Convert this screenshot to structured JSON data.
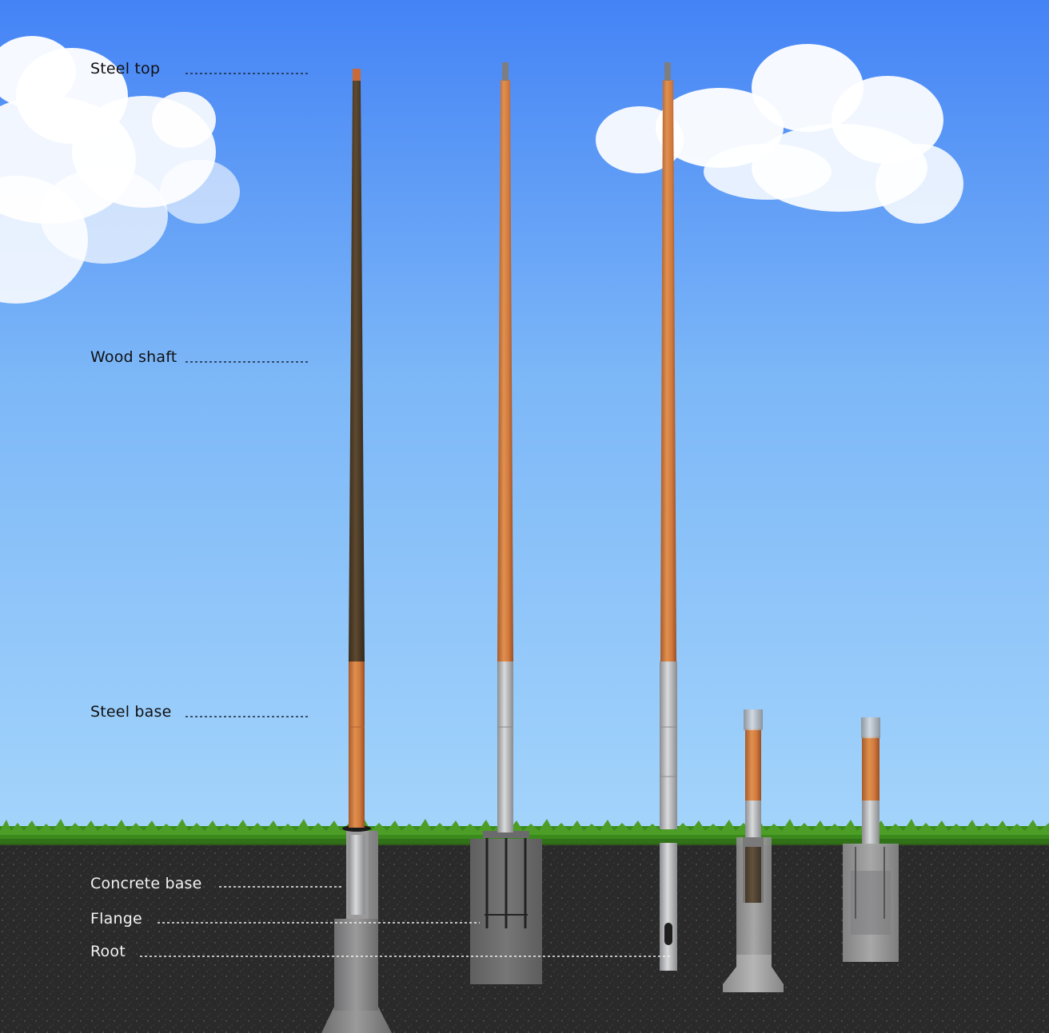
{
  "labels": {
    "steel_top": "Steel top",
    "wood_shaft": "Wood shaft",
    "steel_base": "Steel base",
    "concrete_base": "Concrete base",
    "flange": "Flange",
    "root": "Root"
  },
  "colors": {
    "sky_top": "#4a86f5",
    "sky_bottom": "#9fd2fb",
    "grass": "#3f8a1f",
    "soil": "#2b2b2b",
    "wood": "#d4783a",
    "dark_wood": "#4e3b26",
    "steel": "#b9b9bb",
    "concrete": "#8e8e8e"
  }
}
